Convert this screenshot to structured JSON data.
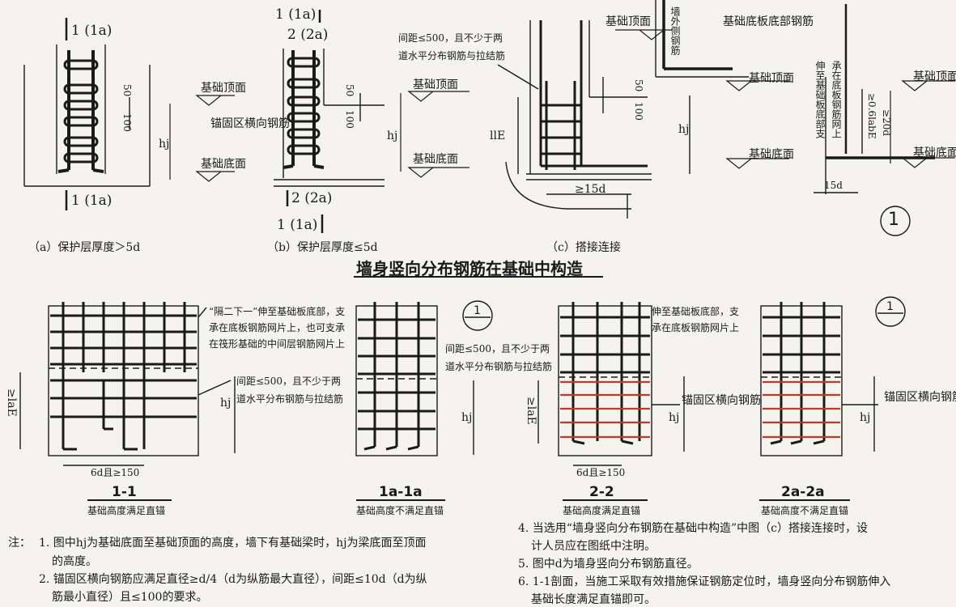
{
  "top": {
    "a": {
      "cut_top": "1 (1a)",
      "cut_bottom": "1 (1a)",
      "dim_50": "50",
      "dim_100": "100",
      "caption": "（a）保护层厚度＞5d"
    },
    "b": {
      "cut_top1": "1 (1a)",
      "cut_top2": "2 (2a)",
      "cut_bottom1": "2 (2a)",
      "cut_bottom2": "1 (1a)",
      "dim_50": "50",
      "dim_100": "100",
      "anchor_label": "锚固区横向钢筋",
      "caption": "（b）保护层厚度≤5d"
    },
    "c": {
      "spacing_note_1": "间距≤500，且不少于两",
      "spacing_note_2": "道水平分布钢筋与拉结筋",
      "dim_50": "50",
      "dim_100": "100",
      "lap_dim": "≥15d",
      "caption": "（c）搭接连接"
    },
    "labels": {
      "found_top": "基础顶面",
      "found_bottom": "基础底面",
      "hj": "hj",
      "lle": "llE",
      "outer_bar": "墙外侧钢筋",
      "bottom_plate_bar": "基础底板底部钢筋"
    },
    "detail1": {
      "vertical_note_1": "伸至基础板底部支",
      "vertical_note_2": "承在底板钢筋网上",
      "dim_06": "≥0.6labE",
      "dim_20d": "≥20d",
      "dim_15d": "15d",
      "marker": "1"
    },
    "main_title": "墙身竖向分布钢筋在基础中构造"
  },
  "sections": [
    {
      "id": "1-1",
      "subtitle": "基础高度满足直锚",
      "note_1": "“隔二下一”伸至基础板底部，支",
      "note_2": "承在底板钢筋网片上，也可支承",
      "note_3": "在筏形基础的中间层钢筋网片上",
      "spacing_1": "间距≤500，且不少于两",
      "spacing_2": "道水平分布钢筋与拉结筋",
      "dim_bottom": "6d且≥150",
      "dim_lae": "≥laE",
      "dim_hj": "hj"
    },
    {
      "id": "1a-1a",
      "subtitle": "基础高度不满足直锚",
      "marker": "1",
      "spacing_1": "间距≤500，且不少于两",
      "spacing_2": "道水平分布钢筋与拉结筋",
      "dim_hj": "hj"
    },
    {
      "id": "2-2",
      "subtitle": "基础高度满足直锚",
      "note_1": "伸至基础板底部，支",
      "note_2": "承在底板钢筋网片上",
      "anchor_label": "锚固区横向钢筋",
      "dim_bottom": "6d且≥150",
      "dim_lae": "≥laE",
      "dim_hj": "hj"
    },
    {
      "id": "2a-2a",
      "subtitle": "基础高度不满足直锚",
      "marker": "1",
      "anchor_label": "锚固区横向钢筋",
      "dim_hj": "hj"
    }
  ],
  "notes": {
    "lead": "注：",
    "n1a": "1. 图中hj为基础底面至基础顶面的高度，墙下有基础梁时，hj为梁底面至顶面",
    "n1b": "的高度。",
    "n2a": "2. 锚固区横向钢筋应满足直径≥d/4（d为纵筋最大直径），间距≤10d（d为纵",
    "n2b": "筋最小直径）且≤100的要求。",
    "n4a": "4. 当选用“墙身竖向分布钢筋在基础中构造”中图（c）搭接连接时，设",
    "n4b": "计人员应在图纸中注明。",
    "n5": "5. 图中d为墙身竖向分布钢筋直径。",
    "n6a": "6. 1-1剖面，当施工采取有效措施保证钢筋定位时，墙身竖向分布钢筋伸入",
    "n6b": "基础长度满足直锚即可。"
  },
  "colors": {
    "ink": "#1a1a1a",
    "anchor_bar": "#c0392b",
    "paper": "#f4f3ee"
  }
}
